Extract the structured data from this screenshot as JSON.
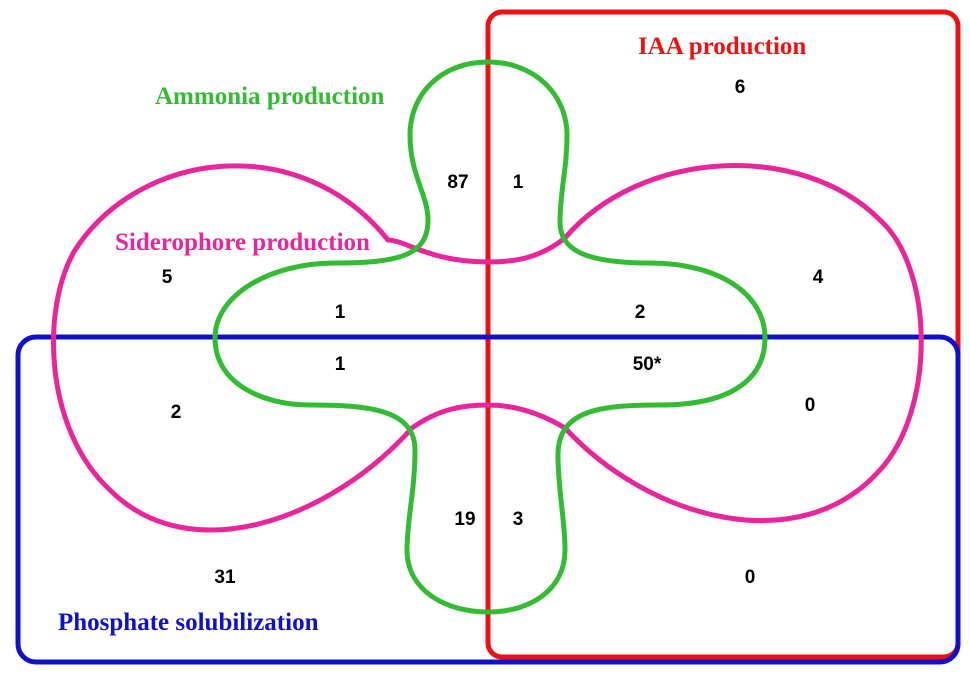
{
  "sets": {
    "ammonia": {
      "label": "Ammonia production",
      "color": "#33bb33"
    },
    "iaa": {
      "label": "IAA production",
      "color": "#ee1111"
    },
    "siderophore": {
      "label": "Siderophore production",
      "color": "#e8259a"
    },
    "phosphate": {
      "label": "Phosphate solubilization",
      "color": "#1111cc"
    }
  },
  "regions": {
    "ammonia_only": "87",
    "ammonia_iaa": "1",
    "iaa_only": "6",
    "siderophore_only": "5",
    "ammonia_siderophore": "1",
    "ammonia_siderophore_iaa": "2",
    "siderophore_iaa": "4",
    "ammonia_siderophore_phosphate": "1",
    "all_four": "50*",
    "siderophore_phosphate": "2",
    "siderophore_iaa_phosphate": "0",
    "ammonia_phosphate": "19",
    "ammonia_iaa_phosphate": "3",
    "phosphate_only": "31",
    "iaa_phosphate": "0"
  }
}
